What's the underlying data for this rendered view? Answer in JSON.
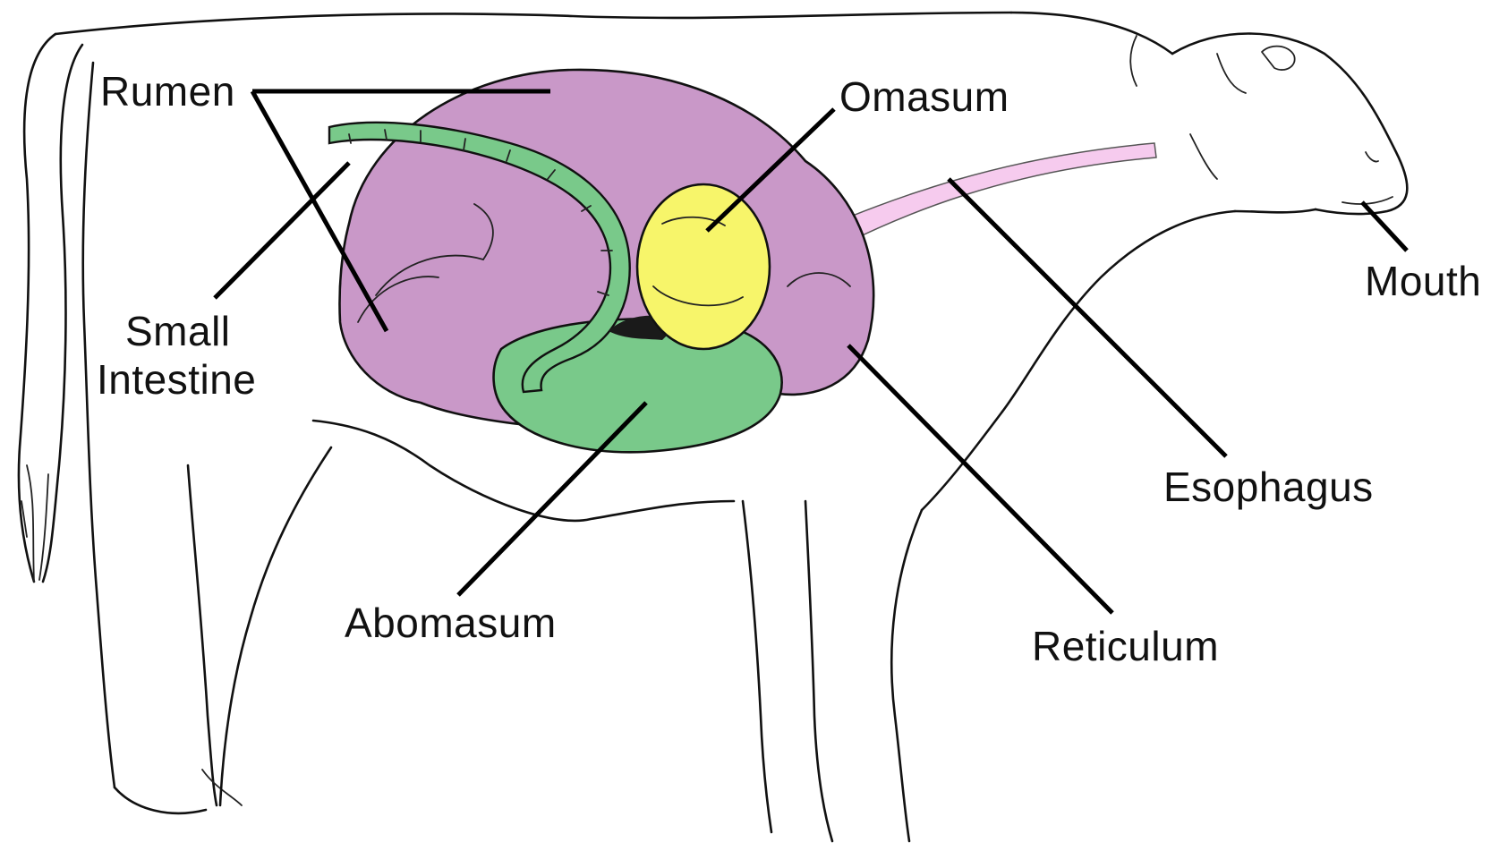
{
  "colors": {
    "rumen": "#c998c8",
    "intestine": "#79c98a",
    "abomasum": "#79c98a",
    "omasum": "#f7f56a",
    "esophagus": "#f6cbee",
    "outline": "#111111"
  },
  "labels": {
    "rumen": "Rumen",
    "omasum": "Omasum",
    "small_intestine_line1": "Small",
    "small_intestine_line2": "Intestine",
    "abomasum": "Abomasum",
    "reticulum": "Reticulum",
    "esophagus": "Esophagus",
    "mouth": "Mouth"
  }
}
